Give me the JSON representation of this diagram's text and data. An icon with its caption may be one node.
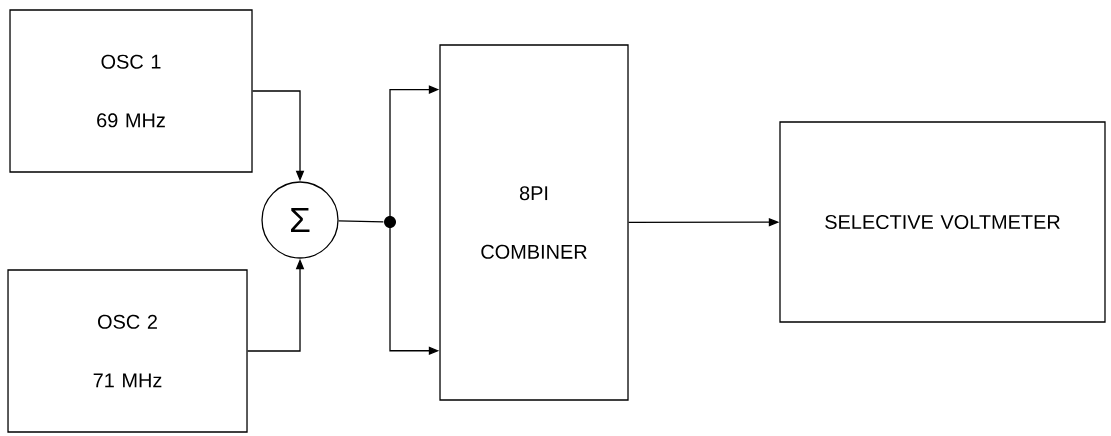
{
  "diagram": {
    "nodes": [
      {
        "text": [
          "OSC 1",
          "69 MHz"
        ]
      },
      {
        "text": [
          "OSC 2",
          "71 MHz"
        ]
      },
      {
        "text": [
          "Σ"
        ]
      },
      {
        "text": [],
        "shape": "circle"
      },
      {
        "text": [
          "8PI",
          "COMBINER"
        ]
      },
      {
        "text": [
          "SELECTIVE VOLTMETER"
        ]
      }
    ],
    "edges": [
      {
        "from": 0,
        "to": 2,
        "arrow": "to"
      },
      {
        "from": 1,
        "to": 2,
        "arrow": "to"
      },
      {
        "from": 2,
        "to": 3,
        "arrow": "none"
      },
      {
        "from": 3,
        "to": 4,
        "arrow": "to"
      },
      {
        "from": 3,
        "to": 4,
        "arrow": "to"
      },
      {
        "from": 4,
        "to": 5,
        "arrow": "to"
      }
    ]
  }
}
